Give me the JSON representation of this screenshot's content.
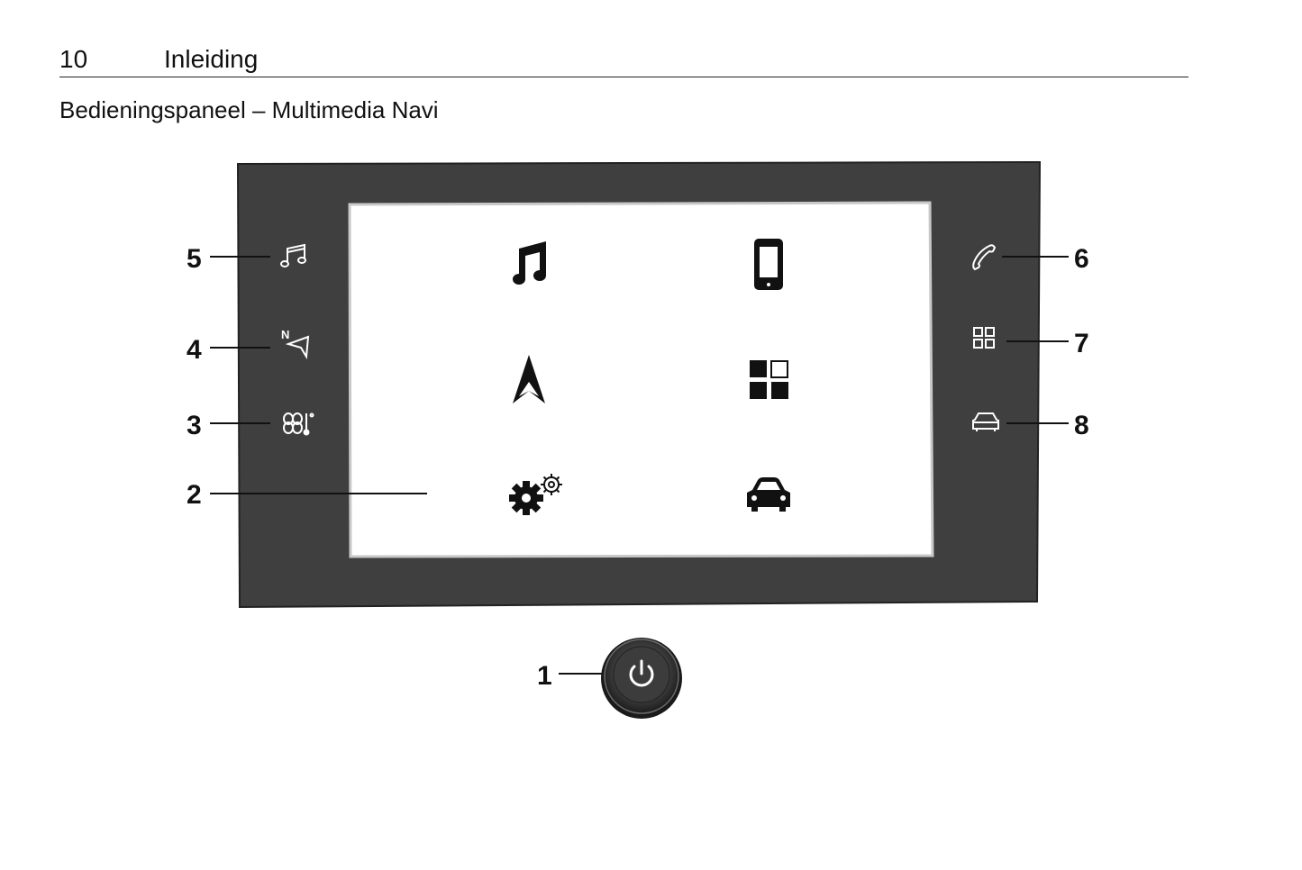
{
  "header": {
    "page_number": "10",
    "section_title": "Inleiding"
  },
  "subtitle": "Bedieningspaneel – Multimedia Navi",
  "figure": {
    "screen_icons": [
      "music-note-icon",
      "smartphone-icon",
      "navigation-arrow-icon",
      "apps-grid-icon",
      "settings-gears-icon",
      "car-icon"
    ],
    "left_buttons": [
      {
        "callout": "5",
        "icon": "music-note-icon"
      },
      {
        "callout": "4",
        "icon": "navigation-icon"
      },
      {
        "callout": "3",
        "icon": "climate-icon"
      }
    ],
    "right_buttons": [
      {
        "callout": "6",
        "icon": "phone-icon"
      },
      {
        "callout": "7",
        "icon": "apps-icon"
      },
      {
        "callout": "8",
        "icon": "car-icon"
      }
    ],
    "screen_callout": "2",
    "power_button": {
      "callout": "1",
      "icon": "power-icon"
    }
  }
}
